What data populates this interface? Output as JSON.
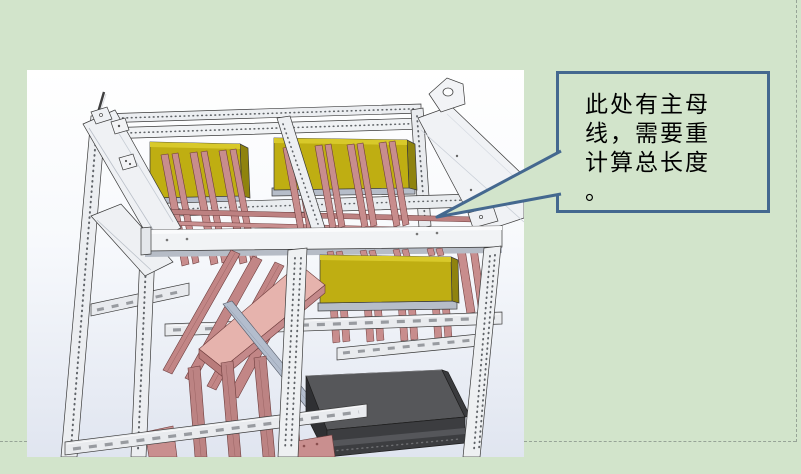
{
  "slide": {
    "background_color": "#d2e4cb",
    "guides": {
      "style": "dashed",
      "color": "#97a497"
    }
  },
  "callout": {
    "text": "此处有主母线，需要重计算总长度。",
    "lines": [
      "此处有主母",
      "线，需要重",
      "计算总长度",
      "。"
    ],
    "border_color": "#44688f",
    "fill_color": "#d2e4cb",
    "text_color": "#000000"
  },
  "cad_model": {
    "description": "busbar-rack-assembly-isometric-view",
    "viewport_background_top": "#ffffff",
    "viewport_background_bottom": "#e0e5f0",
    "parts": [
      {
        "name": "steel-frame-members",
        "color": "#eef0f3"
      },
      {
        "name": "copper-busbars",
        "color": "#c98f8f"
      },
      {
        "name": "insulator-blocks",
        "color": "#bfae12"
      },
      {
        "name": "base-box",
        "color": "#4a4b4e"
      },
      {
        "name": "galvanized-channel",
        "color": "#b3bdcd"
      }
    ]
  }
}
